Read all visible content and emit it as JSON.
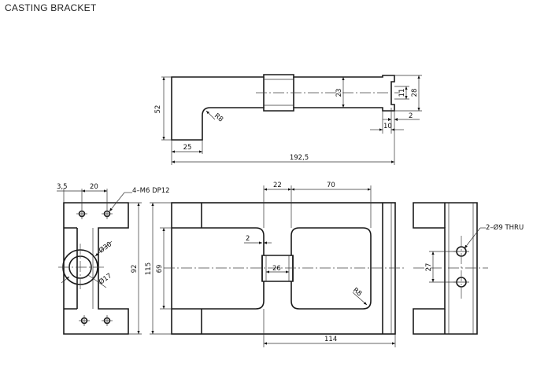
{
  "title": "CASTING BRACKET",
  "top_view": {
    "dims": {
      "d52": "52",
      "d25": "25",
      "d192": "192,5",
      "r8": "R8",
      "d23": "23",
      "d11": "11",
      "d28": "28",
      "d10": "10",
      "d2": "2"
    }
  },
  "left_view": {
    "dims": {
      "d35": "3,5",
      "d20": "20",
      "d92": "92",
      "d30": "Ø30",
      "d17": "Ø17"
    },
    "callout": "4–M6 DP12"
  },
  "front_view": {
    "dims": {
      "d115": "115",
      "d69": "69",
      "d22": "22",
      "d70": "70",
      "d2": "2",
      "d26": "26",
      "r8": "R8",
      "d114": "114"
    }
  },
  "right_view": {
    "dims": {
      "d27": "27"
    },
    "callout": "2–Ø9 THRU"
  }
}
